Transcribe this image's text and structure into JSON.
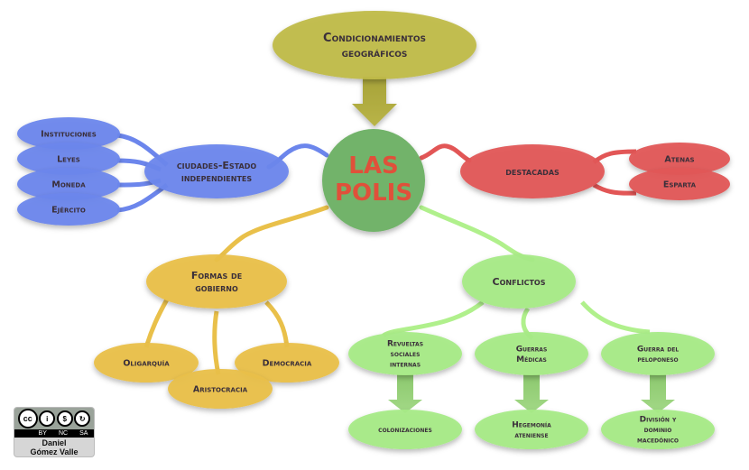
{
  "title": {
    "line1": "LAS",
    "line2": "POLIS"
  },
  "colors": {
    "center": "#72b36a",
    "title_text": "#e0503a",
    "top": "#c0bb4a",
    "blue": "#6c86ec",
    "red": "#e25656",
    "yellow": "#e9c04a",
    "green": "#a7ea86",
    "text_dark": "#3a2f3a"
  },
  "top_node": {
    "lines": [
      "Condicionamientos",
      "geográficos"
    ]
  },
  "blue_branch": {
    "main": {
      "lines": [
        "ciudades-Estado",
        "independientes"
      ]
    },
    "children": [
      {
        "lines": [
          "Instituciones"
        ]
      },
      {
        "lines": [
          "Leyes"
        ]
      },
      {
        "lines": [
          "Moneda"
        ]
      },
      {
        "lines": [
          "Ejército"
        ]
      }
    ]
  },
  "red_branch": {
    "main": {
      "lines": [
        "destacadas"
      ]
    },
    "children": [
      {
        "lines": [
          "Atenas"
        ]
      },
      {
        "lines": [
          "Esparta"
        ]
      }
    ]
  },
  "yellow_branch": {
    "main": {
      "lines": [
        "Formas de",
        "gobierno"
      ]
    },
    "children": [
      {
        "lines": [
          "Oligarquía"
        ]
      },
      {
        "lines": [
          "Aristocracia"
        ]
      },
      {
        "lines": [
          "Democracia"
        ]
      }
    ]
  },
  "green_branch": {
    "main": {
      "lines": [
        "Conflictos"
      ]
    },
    "children": [
      {
        "lines": [
          "Revueltas",
          "sociales",
          "internas"
        ],
        "result": {
          "lines": [
            "colonizaciones"
          ]
        }
      },
      {
        "lines": [
          "Guerras",
          "Médicas"
        ],
        "result": {
          "lines": [
            "Hegemonía",
            "ateniense"
          ]
        }
      },
      {
        "lines": [
          "Guerra del",
          "peloponeso"
        ],
        "result": {
          "lines": [
            "División y",
            "dominio",
            "macedónico"
          ]
        }
      }
    ]
  },
  "license": {
    "symbols": [
      "cc",
      "by",
      "nc",
      "sa"
    ],
    "labels": [
      "BY",
      "NC",
      "SA"
    ],
    "author_line1": "Daniel",
    "author_line2": "Gómez Valle"
  }
}
